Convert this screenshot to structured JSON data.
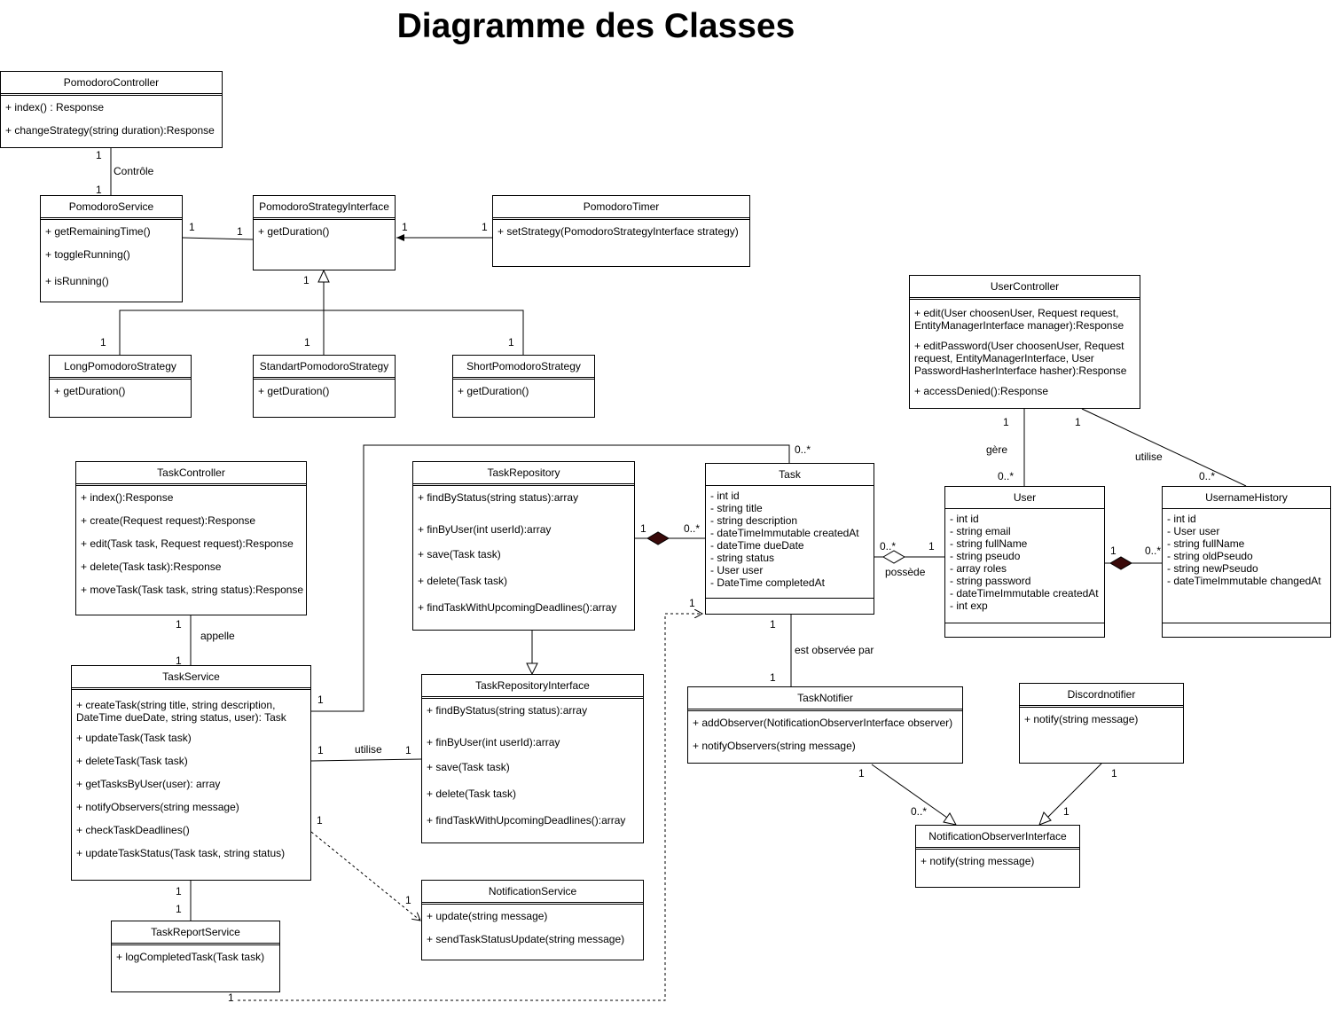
{
  "title": "Diagramme des Classes",
  "classes": {
    "pomodoro_controller": {
      "name": "PomodoroController",
      "methods": [
        "+ index() : Response",
        "+ changeStrategy(string duration):Response"
      ]
    },
    "pomodoro_service": {
      "name": "PomodoroService",
      "methods": [
        "+ getRemainingTime()",
        "+ toggleRunning()",
        "+ isRunning()"
      ]
    },
    "pomodoro_strategy_interface": {
      "name": "PomodoroStrategyInterface",
      "methods": [
        "+ getDuration()"
      ]
    },
    "pomodoro_timer": {
      "name": "PomodoroTimer",
      "methods": [
        "+ setStrategy(PomodoroStrategyInterface strategy)"
      ]
    },
    "long_strategy": {
      "name": "LongPomodoroStrategy",
      "methods": [
        "+ getDuration()"
      ]
    },
    "standart_strategy": {
      "name": "StandartPomodoroStrategy",
      "methods": [
        "+ getDuration()"
      ]
    },
    "short_strategy": {
      "name": "ShortPomodoroStrategy",
      "methods": [
        "+ getDuration()"
      ]
    },
    "user_controller": {
      "name": "UserController",
      "methods": [
        "+ edit(User choosenUser, Request request, EntityManagerInterface manager):Response",
        "+ editPassword(User choosenUser, Request request, EntityManagerInterface, User PasswordHasherInterface hasher):Response",
        "+ accessDenied():Response"
      ]
    },
    "task_controller": {
      "name": "TaskController",
      "methods": [
        "+ index():Response",
        "+ create(Request request):Response",
        "+ edit(Task task, Request request):Response",
        "+ delete(Task task):Response",
        "+ moveTask(Task task, string status):Response"
      ]
    },
    "task_repository": {
      "name": "TaskRepository",
      "methods": [
        "+ findByStatus(string status):array",
        "+ finByUser(int userId):array",
        "+ save(Task task)",
        "+ delete(Task task)",
        "+ findTaskWithUpcomingDeadlines():array"
      ]
    },
    "task": {
      "name": "Task",
      "attributes": [
        "- int id",
        "- string title",
        "- string description",
        "- dateTimeImmutable createdAt",
        "- dateTime dueDate",
        "- string status",
        "- User user",
        "- DateTime completedAt"
      ]
    },
    "user": {
      "name": "User",
      "attributes": [
        "- int id",
        "- string email",
        "- string fullName",
        "- string pseudo",
        "- array roles",
        "- string password",
        "- dateTimeImmutable createdAt",
        "- int exp"
      ]
    },
    "username_history": {
      "name": "UsernameHistory",
      "attributes": [
        "- int id",
        "- User user",
        "- string fullName",
        "- string oldPseudo",
        "- string newPseudo",
        "- dateTimeImmutable changedAt"
      ]
    },
    "task_service": {
      "name": "TaskService",
      "methods": [
        "+ createTask(string title, string description, DateTime dueDate, string status, user): Task",
        "+ updateTask(Task task)",
        "+ deleteTask(Task task)",
        "+ getTasksByUser(user): array",
        "+ notifyObservers(string message)",
        "+ checkTaskDeadlines()",
        "+ updateTaskStatus(Task task, string status)"
      ]
    },
    "task_repository_interface": {
      "name": "TaskRepositoryInterface",
      "methods": [
        "+ findByStatus(string status):array",
        "+ finByUser(int userId):array",
        "+ save(Task task)",
        "+ delete(Task task)",
        "+ findTaskWithUpcomingDeadlines():array"
      ]
    },
    "task_notifier": {
      "name": "TaskNotifier",
      "methods": [
        "+ addObserver(NotificationObserverInterface observer)",
        "+ notifyObservers(string message)"
      ]
    },
    "discord_notifier": {
      "name": "Discordnotifier",
      "methods": [
        "+ notify(string message)"
      ]
    },
    "notification_observer_interface": {
      "name": "NotificationObserverInterface",
      "methods": [
        "+ notify(string message)"
      ]
    },
    "notification_service": {
      "name": "NotificationService",
      "methods": [
        "+ update(string message)",
        "+ sendTaskStatusUpdate(string message)"
      ]
    },
    "task_report_service": {
      "name": "TaskReportService",
      "methods": [
        "+ logCompletedTask(Task task)"
      ]
    }
  },
  "labels": {
    "controle": "Contrôle",
    "gere": "gère",
    "utilise_user": "utilise",
    "possede": "possède",
    "appelle": "appelle",
    "utilise_task": "utilise",
    "est_observee_par": "est observée par"
  },
  "multiplicities": {
    "m1": "1",
    "m_many": "0..*"
  }
}
